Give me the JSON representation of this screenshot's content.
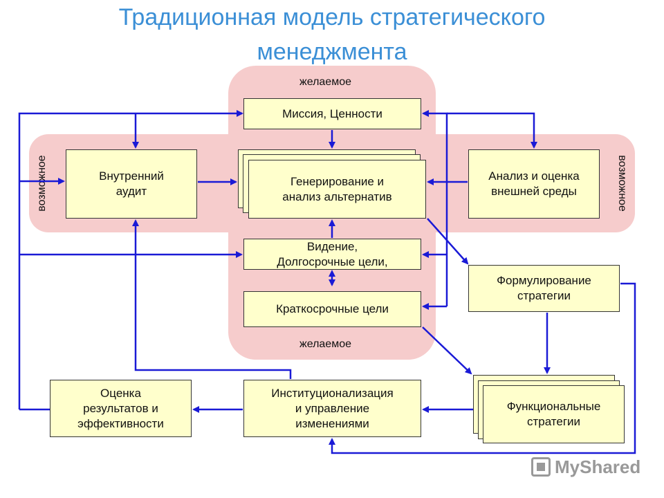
{
  "title": {
    "line1": "Традиционная модель стратегического",
    "line2": "менеджмента"
  },
  "labels": {
    "desired_top": "желаемое",
    "desired_bottom": "желаемое",
    "possible_left": "возможное",
    "possible_right": "возможное"
  },
  "boxes": {
    "mission": "Миссия, Ценности",
    "internal_audit": "Внутренний\nаудит",
    "alternatives": "Генерирование и\nанализ альтернатив",
    "external_analysis": "Анализ и оценка\nвнешней среды",
    "vision": "Видение,\nДолгосрочные цели,",
    "short_term": "Краткосрочные цели",
    "formulation": "Формулирование\nстратегии",
    "functional": "Функциональные\nстратегии",
    "institutionalization": "Институционализация\nи управление\nизменениями",
    "evaluation": "Оценка\nрезультатов и\nэффективности"
  },
  "colors": {
    "title": "#3b8fd6",
    "band": "#f6cccc",
    "box_fill": "#ffffcc",
    "arrow": "#1a1ad6"
  },
  "watermark": {
    "text": "MyShared",
    "icon": "myshared-logo-icon"
  }
}
